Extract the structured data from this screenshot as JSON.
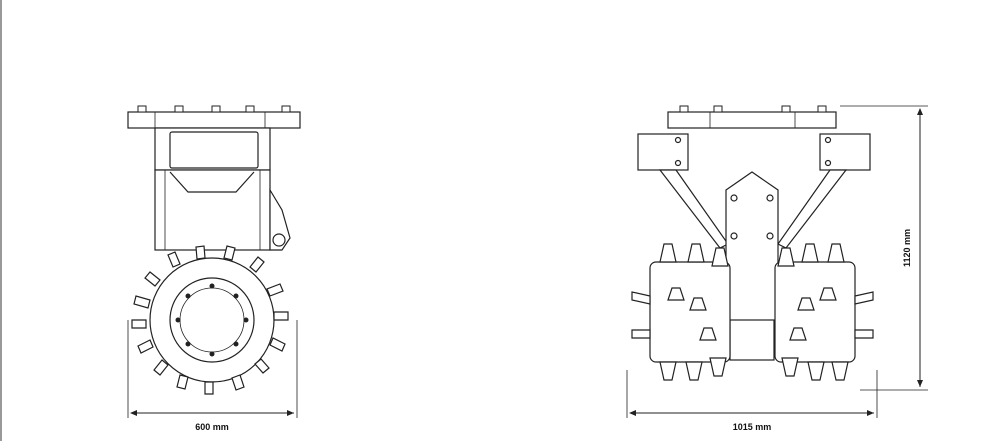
{
  "dimensions": {
    "side_width": "600 mm",
    "front_width": "1015 mm",
    "front_height": "1120 mm"
  },
  "colors": {
    "line": "#222222",
    "background": "#ffffff"
  }
}
